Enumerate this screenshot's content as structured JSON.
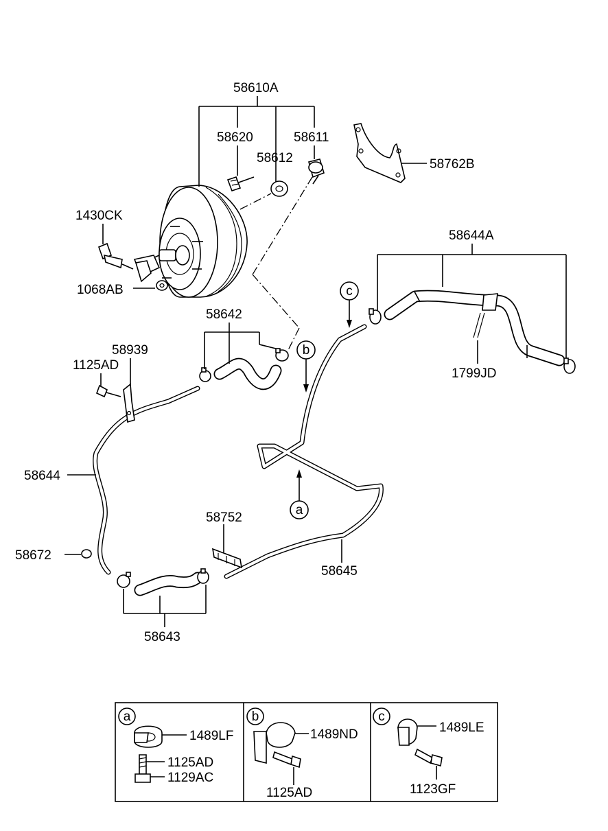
{
  "parts": {
    "booster_assembly": "58610A",
    "check_valve_bolt": "58620",
    "grommet": "58612",
    "check_valve": "58611",
    "heat_protector": "58762B",
    "clevis_pin": "1430CK",
    "washer": "1068AB",
    "vacuum_hose_upper": "58642",
    "bracket": "58939",
    "bracket_bolt": "1125AD",
    "vacuum_tube": "58644",
    "vacuum_hose_assy": "58644A",
    "cable_tie": "1799JD",
    "cap": "58672",
    "tube_clip": "58752",
    "vacuum_tube_lower": "58645",
    "vacuum_hose_lower": "58643"
  },
  "callouts": {
    "a": "a",
    "b": "b",
    "c": "c"
  },
  "detail_boxes": [
    {
      "key": "a",
      "labels": [
        "1489LF",
        "1125AD",
        "1129AC"
      ]
    },
    {
      "key": "b",
      "labels": [
        "1489ND",
        "1125AD"
      ]
    },
    {
      "key": "c",
      "labels": [
        "1489LE",
        "1123GF"
      ]
    }
  ]
}
